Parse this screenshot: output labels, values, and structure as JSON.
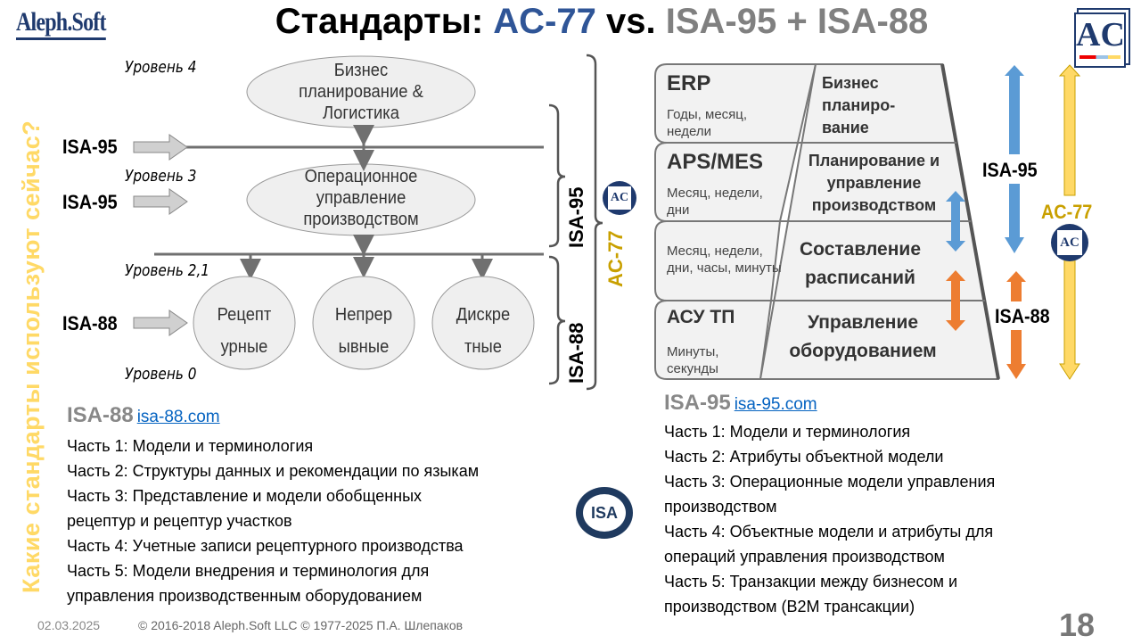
{
  "logo": "Aleph.Soft",
  "title": {
    "part1": "Стандарты: ",
    "part2": "AC-77",
    "part3": " vs. ",
    "part4": "ISA-95 + ISA-88"
  },
  "side_question": "Какие стандарты используют сейчас?",
  "left_diagram": {
    "levels": [
      "Уровень 4",
      "Уровень 3",
      "Уровень 2,1",
      "Уровень 0"
    ],
    "inputs": [
      "ISA-95",
      "ISA-95",
      "ISA-88"
    ],
    "ellipses": [
      "Бизнес планирование & Логистика",
      "Операционное управление производством"
    ],
    "circles": [
      "Рецепт урные",
      "Непрер ывные",
      "Дискре тные"
    ],
    "brackets": {
      "isa95": "ISA-95",
      "isa88": "ISA-88",
      "ac77": "AC-77"
    }
  },
  "pyramid": {
    "rows": [
      {
        "name": "ERP",
        "period": "Годы, месяц, недели",
        "function": "Бизнес планиро-вание"
      },
      {
        "name": "APS/MES",
        "period": "Месяц, недели, дни",
        "function": "Планирование и управление производством"
      },
      {
        "name": "",
        "period": "Месяц, недели, дни, часы, минуты",
        "function": "Составление расписаний"
      },
      {
        "name": "АСУ ТП",
        "period": "Минуты, секунды",
        "function": "Управление оборудованием"
      }
    ],
    "labels": {
      "isa95": "ISA-95",
      "isa88": "ISA-88",
      "ac77": "AC-77"
    }
  },
  "isa88_section": {
    "title": "ISA-88",
    "link": "isa-88.com",
    "items": [
      "Часть 1: Модели и терминология",
      "Часть 2: Структуры данных и рекомендации по языкам",
      "Часть 3: Представление и модели обобщенных",
      "рецептур и рецептур участков",
      "Часть 4: Учетные записи рецептурного производства",
      "Часть 5: Модели внедрения и терминология для",
      "управления производственным оборудованием"
    ]
  },
  "isa95_section": {
    "title": "ISA-95",
    "link": "isa-95.com",
    "items": [
      "Часть 1: Модели и терминология",
      "Часть 2: Атрибуты объектной модели",
      "Часть 3: Операционные модели управления",
      "производством",
      "Часть 4: Объектные модели и атрибуты для",
      "операций управления производством",
      "Часть 5: Транзакции между бизнесом и",
      "производством (B2M трансакции)"
    ]
  },
  "isa_logo": "ISA",
  "footer": {
    "date": "02.03.2025",
    "copyright": "© 2016-2018 Aleph.Soft LLC © 1977-2025 П.А. Шлепаков",
    "page": "18"
  },
  "colors": {
    "blue": "#2f5597",
    "gray": "#808080",
    "yellow": "#ffd966",
    "gold": "#c9a000",
    "arrow_blue": "#5b9bd5",
    "arrow_orange": "#ed7d31"
  }
}
